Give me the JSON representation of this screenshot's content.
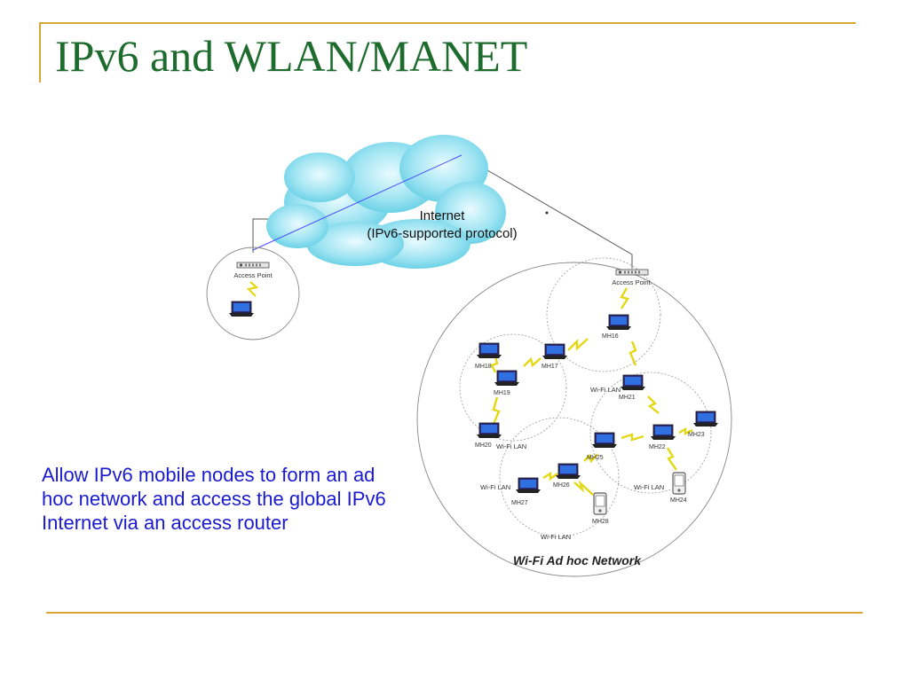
{
  "slide": {
    "title": "IPv6 and WLAN/MANET",
    "caption": "Allow IPv6 mobile nodes to form an ad hoc network and access the global IPv6 Internet via an access router",
    "accent_color": "#d9a738",
    "title_color": "#1e6b2e",
    "caption_color": "#1a1ad0"
  },
  "diagram": {
    "internet_label_line1": "Internet",
    "internet_label_line2": "(IPv6-supported protocol)",
    "access_point_left": "Access Point",
    "access_point_right": "Access Point",
    "network_title": "Wi-Fi Ad hoc Network",
    "wifi_lan_labels": [
      "Wi-Fi LAN",
      "Wi-Fi LAN",
      "Wi-Fi LAN",
      "Wi-Fi LAN",
      "Wi-Fi LAN"
    ],
    "nodes": [
      "MH16",
      "MH17",
      "MH18",
      "MH19",
      "MH20",
      "MH21",
      "MH22",
      "MH23",
      "MH24",
      "MH25",
      "MH26",
      "MH27",
      "MH28"
    ],
    "icons": [
      "cloud-icon",
      "router-icon",
      "laptop-icon",
      "pda-icon",
      "lightning-icon"
    ]
  }
}
